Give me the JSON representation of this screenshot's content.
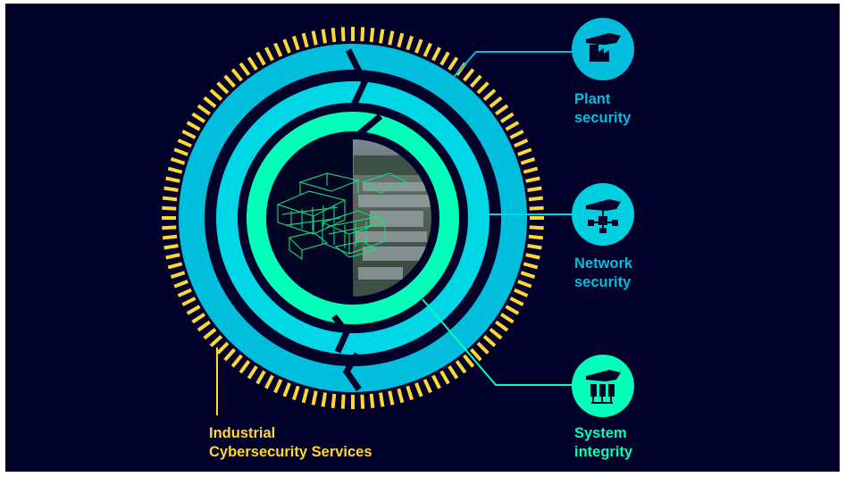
{
  "colors": {
    "background": "#000028",
    "outer_ring": "#00bedc",
    "middle_ring": "#00d7e6",
    "inner_ring": "#00ffb9",
    "yellow": "#ffd732",
    "icon_plant": "#00bedc",
    "icon_network": "#00cfe0",
    "icon_system": "#00ffb9"
  },
  "labels": {
    "plant": [
      "Plant",
      "security"
    ],
    "network": [
      "Network",
      "security"
    ],
    "system": [
      "System",
      "integrity"
    ],
    "ics": [
      "Industrial",
      "Cybersecurity Services"
    ]
  },
  "icons": {
    "plant": "factory-icon",
    "network": "network-icon",
    "system": "server-icon"
  }
}
